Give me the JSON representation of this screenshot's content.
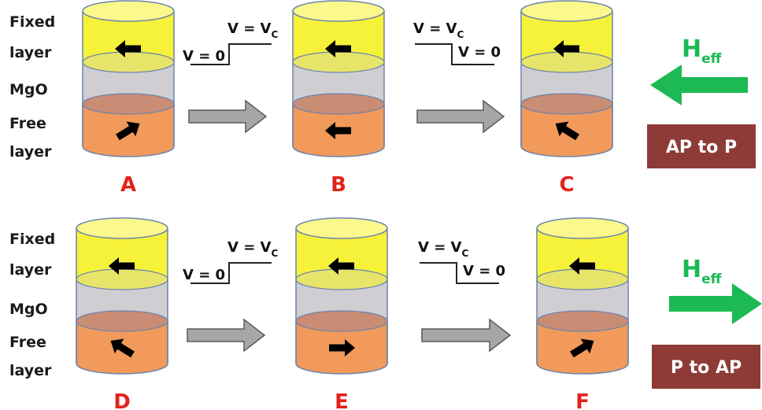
{
  "layer_labels": {
    "fixed_1": "Fixed",
    "fixed_2": "layer",
    "mgo": "MgO",
    "free_1": "Free",
    "free_2": "layer"
  },
  "rows": [
    {
      "stages": [
        {
          "label": "A",
          "fixed_dir": "left",
          "free_dir": "up-right"
        },
        {
          "label": "B",
          "fixed_dir": "left",
          "free_dir": "left"
        },
        {
          "label": "C",
          "fixed_dir": "left",
          "free_dir": "up-left"
        }
      ],
      "heff_direction": "left",
      "mode_label": "AP to P"
    },
    {
      "stages": [
        {
          "label": "D",
          "fixed_dir": "left",
          "free_dir": "up-left"
        },
        {
          "label": "E",
          "fixed_dir": "left",
          "free_dir": "right"
        },
        {
          "label": "F",
          "fixed_dir": "left",
          "free_dir": "up-right"
        }
      ],
      "heff_direction": "right",
      "mode_label": "P to AP"
    }
  ],
  "pulse_up": {
    "low": "V = 0",
    "high_main": "V = V",
    "high_sub": "C"
  },
  "pulse_down": {
    "high_main": "V = V",
    "high_sub": "C",
    "low": "V = 0"
  },
  "heff": {
    "main": "H",
    "sub": "eff"
  },
  "colors": {
    "fixed": "#f6f23a",
    "fixed_top": "#fbf88c",
    "mgo": "#cfcfd3",
    "free": "#f19a5b",
    "free_top": "#c98c74",
    "outline": "#6b83ad",
    "arrow_gray": "#a6a6a6",
    "heff_green": "#1db954",
    "mode_box": "#8e3b37",
    "caption_red": "#e2231a"
  }
}
